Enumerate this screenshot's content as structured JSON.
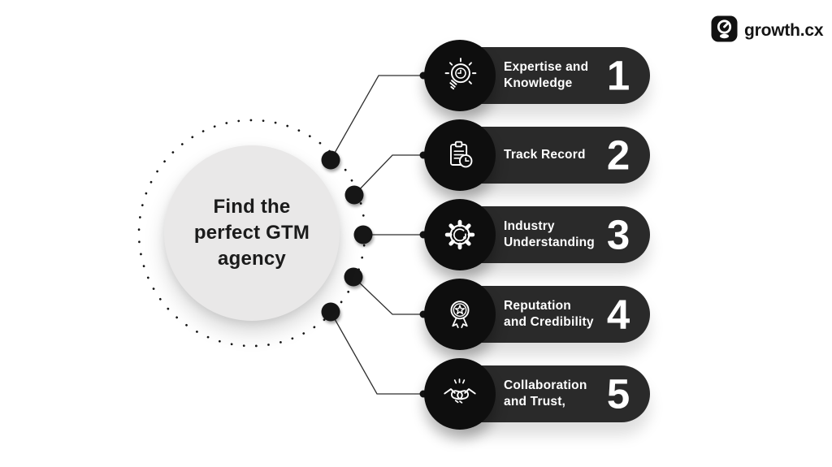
{
  "brand": {
    "name": "growth.cx",
    "icon": "gauge-g-icon"
  },
  "center_circle": {
    "title": "Find the\nperfect GTM\nagency"
  },
  "steps": [
    {
      "number": "1",
      "label": "Expertise and\nKnowledge",
      "icon": "idea-lightbulb-icon"
    },
    {
      "number": "2",
      "label": "Track Record",
      "icon": "clipboard-clock-icon"
    },
    {
      "number": "3",
      "label": "Industry\nUnderstanding",
      "icon": "gear-icon"
    },
    {
      "number": "4",
      "label": "Reputation\nand Credibility",
      "icon": "medal-star-icon"
    },
    {
      "number": "5",
      "label": "Collaboration\nand Trust,",
      "icon": "handshake-icon"
    }
  ],
  "colors": {
    "background": "#ffffff",
    "pill": "#2a2a2a",
    "icon_circle": "#0e0e0e",
    "center_circle": "#e9e8e8",
    "text_dark": "#1b1b1b",
    "text_light": "#ffffff",
    "wire": "#2f2f2f"
  }
}
